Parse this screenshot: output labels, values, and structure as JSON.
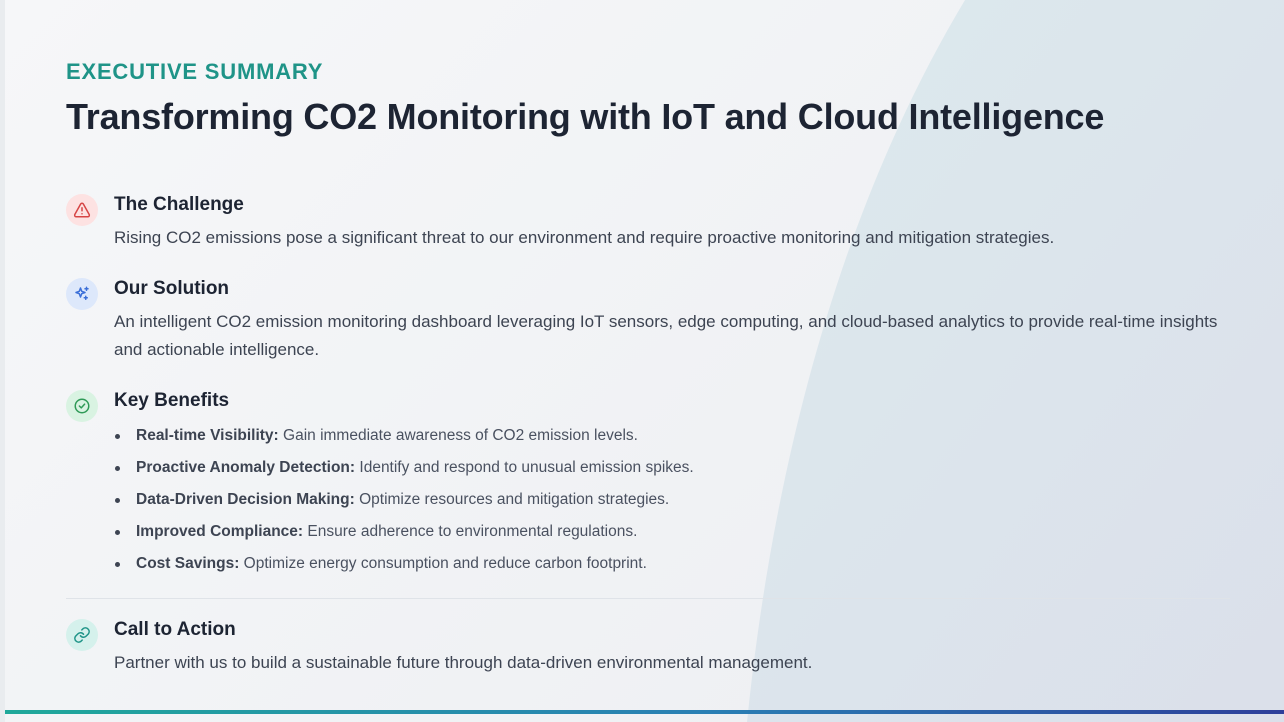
{
  "header": {
    "eyebrow": "EXECUTIVE SUMMARY",
    "title": "Transforming CO2 Monitoring with IoT and Cloud Intelligence"
  },
  "sections": {
    "challenge": {
      "icon": "warning-icon",
      "title": "The Challenge",
      "body": "Rising CO2 emissions pose a significant threat to our environment and require proactive monitoring and mitigation strategies."
    },
    "solution": {
      "icon": "sparkles-icon",
      "title": "Our Solution",
      "body": "An intelligent CO2 emission monitoring dashboard leveraging IoT sensors, edge computing, and cloud-based analytics to provide real-time insights and actionable intelligence."
    },
    "benefits": {
      "icon": "check-circle-icon",
      "title": "Key Benefits",
      "items": [
        {
          "label": "Real-time Visibility:",
          "text": "Gain immediate awareness of CO2 emission levels."
        },
        {
          "label": "Proactive Anomaly Detection:",
          "text": "Identify and respond to unusual emission spikes."
        },
        {
          "label": "Data-Driven Decision Making:",
          "text": "Optimize resources and mitigation strategies."
        },
        {
          "label": "Improved Compliance:",
          "text": "Ensure adherence to environmental regulations."
        },
        {
          "label": "Cost Savings:",
          "text": "Optimize energy consumption and reduce carbon footprint."
        }
      ]
    },
    "cta": {
      "icon": "link-icon",
      "title": "Call to Action",
      "body": "Partner with us to build a sustainable future through data-driven environmental management."
    }
  },
  "colors": {
    "accent_teal": "#1f9488",
    "title_dark": "#1d2433",
    "challenge_bg": "#fde2e2",
    "challenge_fg": "#d64545",
    "solution_bg": "#dde8fb",
    "solution_fg": "#3b6fd8",
    "benefits_bg": "#d9f3e2",
    "benefits_fg": "#2f9a57",
    "cta_bg": "#d5f1ec",
    "cta_fg": "#1f9488"
  }
}
